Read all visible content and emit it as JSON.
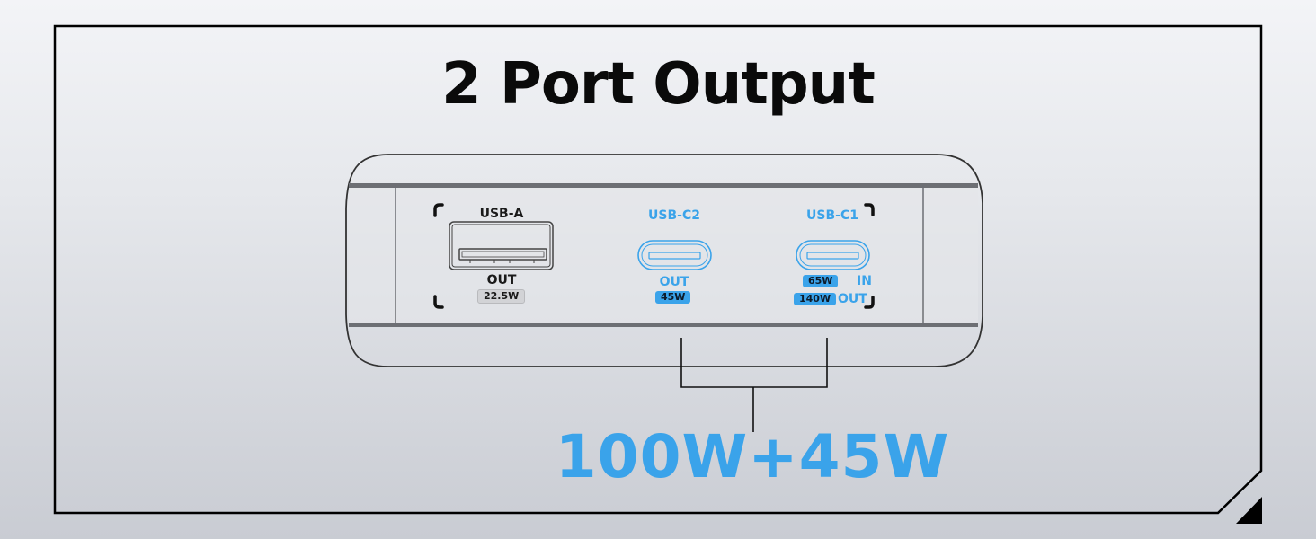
{
  "title": "2 Port Output",
  "colors": {
    "accent_blue": "#3aa3ea",
    "text_dark": "#0a0a0a",
    "frame": "#000000"
  },
  "ports": [
    {
      "id": "usb-a",
      "name": "USB-A",
      "type": "usb-a",
      "direction_label": "OUT",
      "power_badges": [
        {
          "value": "22.5W",
          "direction": "OUT"
        }
      ]
    },
    {
      "id": "usb-c2",
      "name": "USB-C2",
      "type": "usb-c",
      "direction_label": "OUT",
      "power_badges": [
        {
          "value": "45W",
          "direction": "OUT"
        }
      ]
    },
    {
      "id": "usb-c1",
      "name": "USB-C1",
      "type": "usb-c",
      "power_badges": [
        {
          "value": "65W",
          "direction": "IN"
        },
        {
          "value": "140W",
          "direction": "OUT"
        }
      ]
    }
  ],
  "combined_output": {
    "label": "100W+45W",
    "ports": [
      "USB-C2",
      "USB-C1"
    ]
  },
  "icons": [
    "usb-a-port-icon",
    "usb-c-port-icon",
    "corner-bracket-icon",
    "corner-triangle-icon"
  ]
}
